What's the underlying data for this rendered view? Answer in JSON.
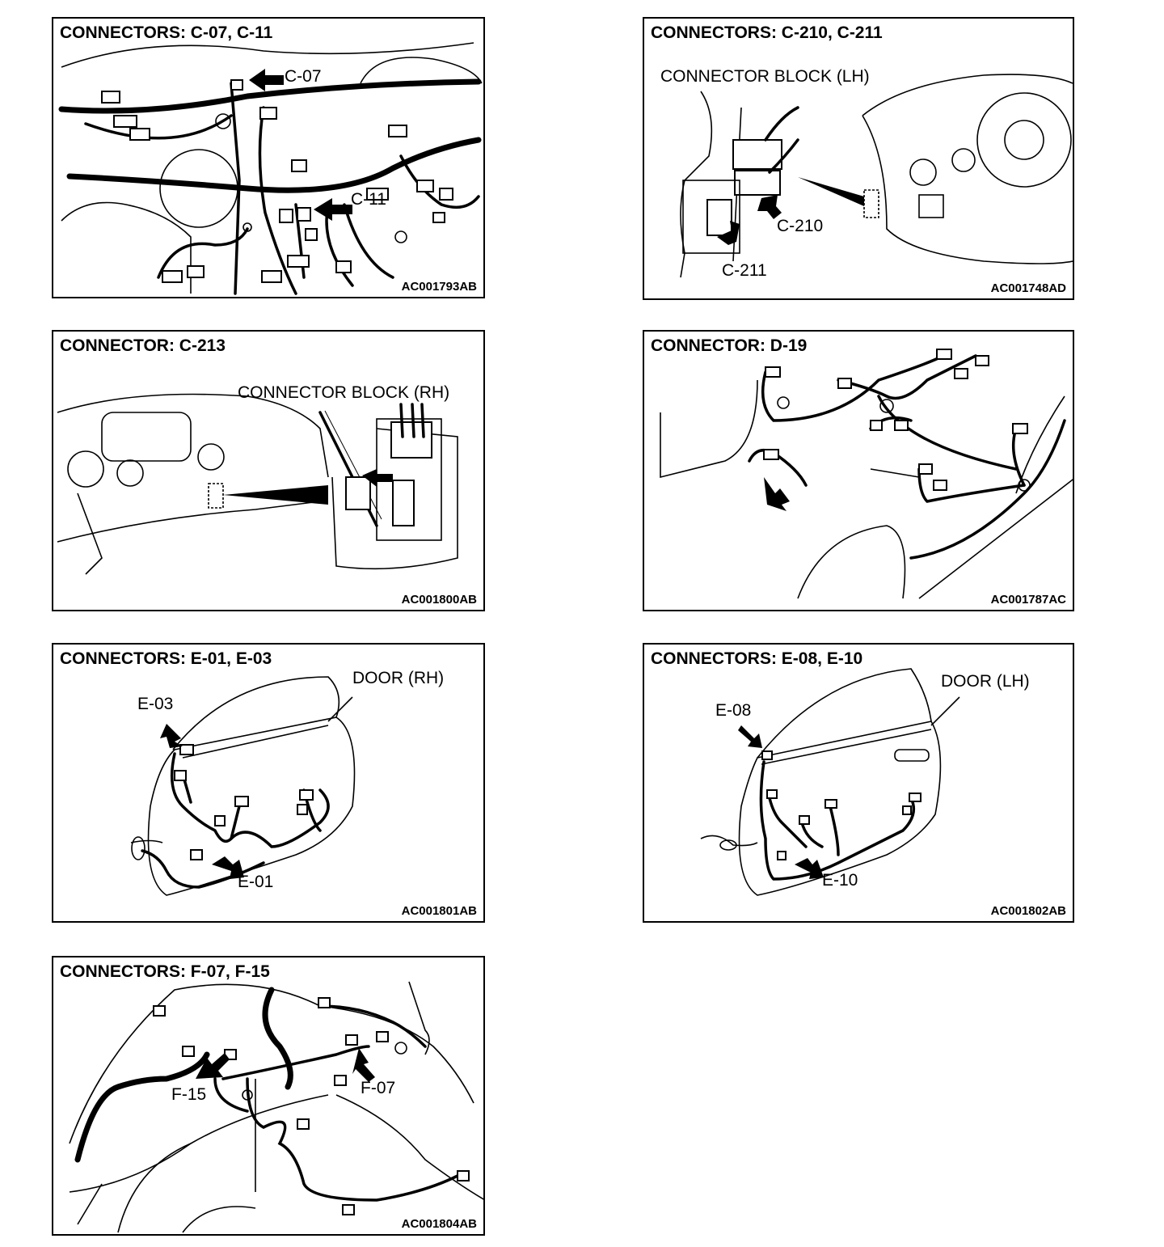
{
  "panels": [
    {
      "title": "CONNECTORS: C-07, C-11",
      "code": "AC001793AB",
      "labels": [
        "C-07",
        "C-11"
      ]
    },
    {
      "title": "CONNECTORS: C-210, C-211",
      "code": "AC001748AD",
      "labels": [
        "CONNECTOR BLOCK (LH)",
        "C-210",
        "C-211"
      ]
    },
    {
      "title": "CONNECTOR: C-213",
      "code": "AC001800AB",
      "labels": [
        "CONNECTOR BLOCK (RH)"
      ]
    },
    {
      "title": "CONNECTOR: D-19",
      "code": "AC001787AC",
      "labels": []
    },
    {
      "title": "CONNECTORS: E-01, E-03",
      "code": "AC001801AB",
      "labels": [
        "DOOR (RH)",
        "E-03",
        "E-01"
      ]
    },
    {
      "title": "CONNECTORS: E-08, E-10",
      "code": "AC001802AB",
      "labels": [
        "DOOR (LH)",
        "E-08",
        "E-10"
      ]
    },
    {
      "title": "CONNECTORS: F-07, F-15",
      "code": "AC001804AB",
      "labels": [
        "F-07",
        "F-15"
      ]
    }
  ]
}
